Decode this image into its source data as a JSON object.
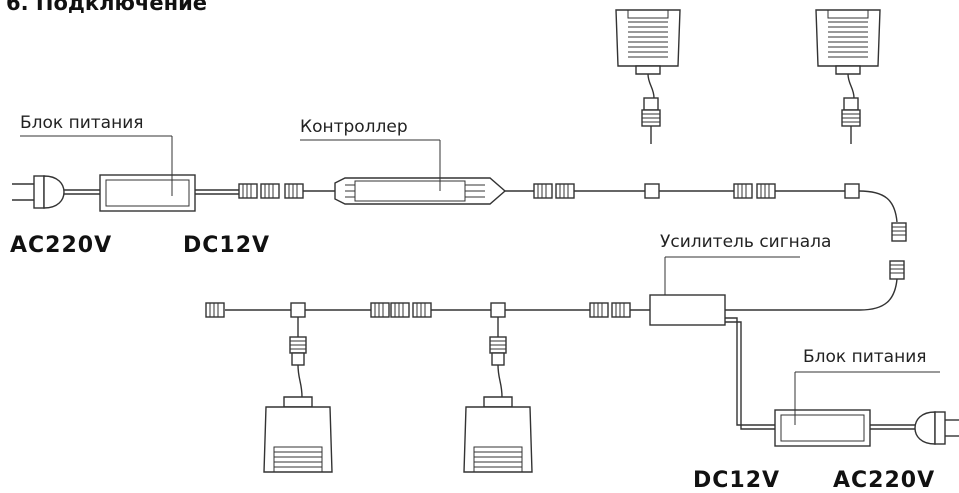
{
  "title": "6. Подключение",
  "labels": {
    "power_supply_left": "Блок питания",
    "controller": "Контроллер",
    "amplifier": "Усилитель сигнала",
    "power_supply_right": "Блок питания"
  },
  "voltages": {
    "left_ac": "AC220V",
    "left_dc": "DC12V",
    "right_dc": "DC12V",
    "right_ac": "AC220V"
  }
}
